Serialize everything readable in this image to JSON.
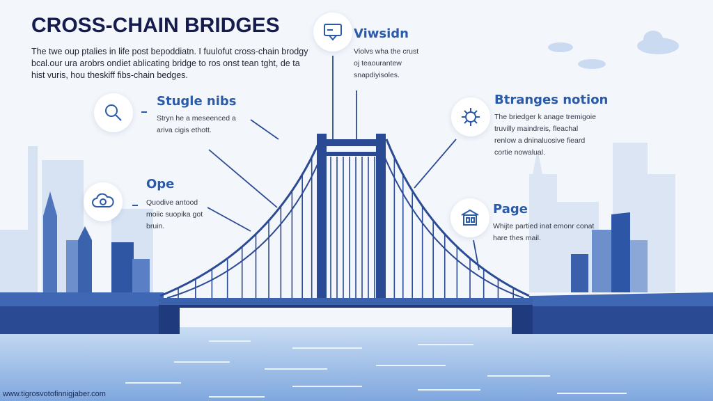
{
  "title": "CROSS-CHAIN BRIDGES",
  "intro": "The twe oup ptalies in life post bepoddiatn. I fuulofut cross-chain brodgy bcal.our ura arobrs ondiet ablicating bridge to ros onst tean tght, de ta hist vuris, hou theskiff fibs-chain bedges.",
  "callouts": [
    {
      "title": "Viwsidn",
      "text": "Violvs wha the crust oj teaourantew snapdiyisoles.",
      "icon": "monitor-hand-icon"
    },
    {
      "title": "Stugle nibs",
      "text": "Stryn he a meseenced a ariva cigis ethott.",
      "icon": "magnifier-icon"
    },
    {
      "title": "Ope",
      "text": "Quodive antood moiic suopika got bruin.",
      "icon": "cloud-lock-icon"
    },
    {
      "title": "Btranges notion",
      "text": "The briedger k anage tremigoie truvilly maindreis, fleachal renlow a dninaluosive fieard cortie nowalual.",
      "icon": "gear-network-icon"
    },
    {
      "title": "Page",
      "text": "Whijte partied inat emonr conat hare thes mail.",
      "icon": "building-icon"
    }
  ],
  "footer": "www.tigrosvotofinnigjaber.com",
  "colors": {
    "title": "#161b4e",
    "accent": "#2a5aa8",
    "bridge": "#2b4a94",
    "water": "#a9c8ec"
  }
}
